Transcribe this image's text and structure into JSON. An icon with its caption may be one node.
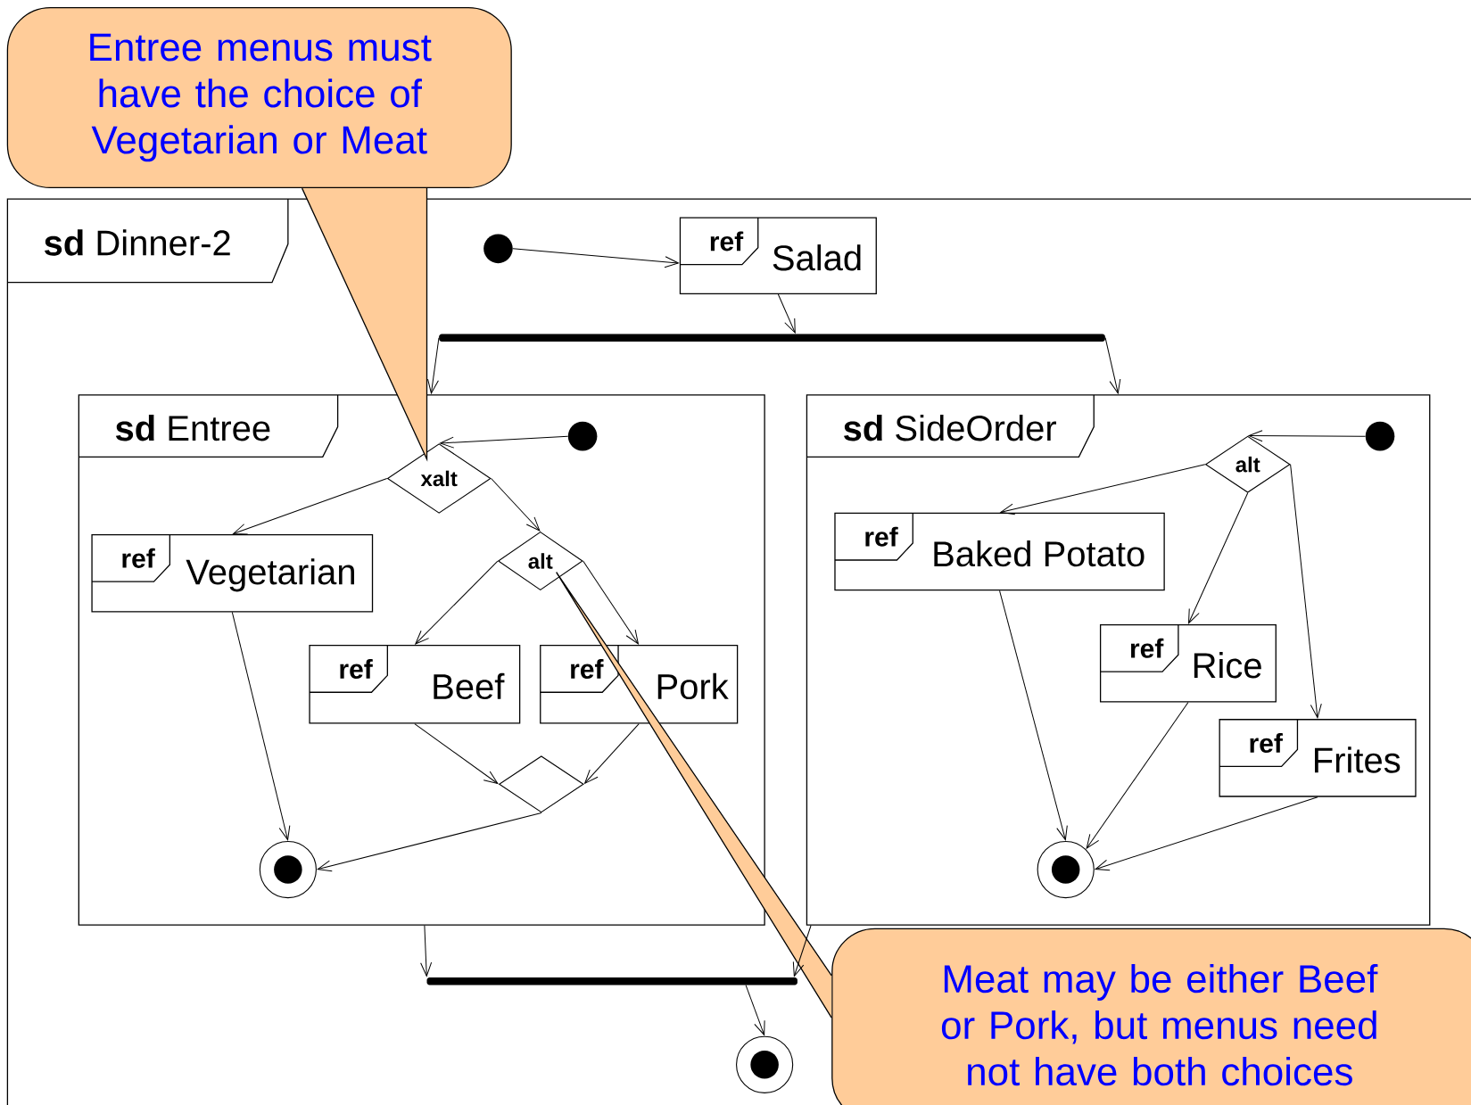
{
  "diagram": {
    "nodes": [
      {
        "text": [
          "**sd** Dinner-2"
        ]
      },
      {
        "text": [],
        "shape": "circle",
        "in": 0
      },
      {
        "text": [
          "ref",
          "Salad"
        ],
        "in": 0
      },
      {
        "text": [],
        "shape": "bar",
        "in": 0
      },
      {
        "text": [
          "**sd** Entree"
        ],
        "in": 0
      },
      {
        "text": [],
        "shape": "circle",
        "in": 4
      },
      {
        "text": [
          "xalt"
        ],
        "in": 4
      },
      {
        "text": [
          "ref",
          "Vegetarian"
        ],
        "in": 4
      },
      {
        "text": [
          "alt"
        ],
        "in": 4
      },
      {
        "text": [
          "ref",
          "Beef"
        ],
        "in": 4
      },
      {
        "text": [
          "ref",
          "Pork"
        ],
        "in": 4
      },
      {
        "text": [],
        "shape": "diamond",
        "in": 4
      },
      {
        "text": [],
        "shape": "circle",
        "in": 4
      },
      {
        "text": [
          "**sd** SideOrder"
        ],
        "in": 0
      },
      {
        "text": [],
        "shape": "circle",
        "in": 13
      },
      {
        "text": [
          "alt"
        ],
        "in": 13
      },
      {
        "text": [
          "ref",
          "Baked Potato"
        ],
        "in": 13
      },
      {
        "text": [
          "ref",
          "Rice"
        ],
        "in": 13
      },
      {
        "text": [
          "ref",
          "Frites"
        ],
        "in": 13
      },
      {
        "text": [],
        "shape": "circle",
        "in": 13
      },
      {
        "text": [],
        "shape": "bar",
        "in": 0
      },
      {
        "text": [],
        "shape": "circle",
        "in": 0
      },
      {
        "text": [
          "Entree menus must have the choice of Vegetarian or Meat"
        ]
      },
      {
        "text": [
          "Meat may be either Beef or Pork, but menus need not have both choices"
        ],
        "in": 0
      }
    ],
    "edges": [
      {
        "from": 22,
        "to": 6,
        "arrow": "none"
      },
      {
        "from": 23,
        "to": 8,
        "arrow": "none"
      },
      {
        "from": 1,
        "to": 2,
        "arrow": "to"
      },
      {
        "from": 2,
        "to": 3,
        "arrow": "to"
      },
      {
        "from": 3,
        "to": 4,
        "arrow": "to"
      },
      {
        "from": 3,
        "to": 13,
        "arrow": "to"
      },
      {
        "from": 5,
        "to": 6,
        "arrow": "to"
      },
      {
        "from": 6,
        "to": 7,
        "arrow": "to"
      },
      {
        "from": 6,
        "to": 8,
        "arrow": "to"
      },
      {
        "from": 8,
        "to": 9,
        "arrow": "to"
      },
      {
        "from": 8,
        "to": 10,
        "arrow": "to"
      },
      {
        "from": 9,
        "to": 11,
        "arrow": "to"
      },
      {
        "from": 10,
        "to": 11,
        "arrow": "to"
      },
      {
        "from": 7,
        "to": 12,
        "arrow": "to"
      },
      {
        "from": 11,
        "to": 12,
        "arrow": "to"
      },
      {
        "from": 14,
        "to": 15,
        "arrow": "to"
      },
      {
        "from": 15,
        "to": 16,
        "arrow": "to"
      },
      {
        "from": 15,
        "to": 17,
        "arrow": "to"
      },
      {
        "from": 15,
        "to": 18,
        "arrow": "to"
      },
      {
        "from": 16,
        "to": 19,
        "arrow": "to"
      },
      {
        "from": 17,
        "to": 19,
        "arrow": "to"
      },
      {
        "from": 18,
        "to": 19,
        "arrow": "to"
      },
      {
        "from": 4,
        "to": 20,
        "arrow": "to"
      },
      {
        "from": 13,
        "to": 20,
        "arrow": "to"
      },
      {
        "from": 20,
        "to": 21,
        "arrow": "to"
      }
    ]
  }
}
